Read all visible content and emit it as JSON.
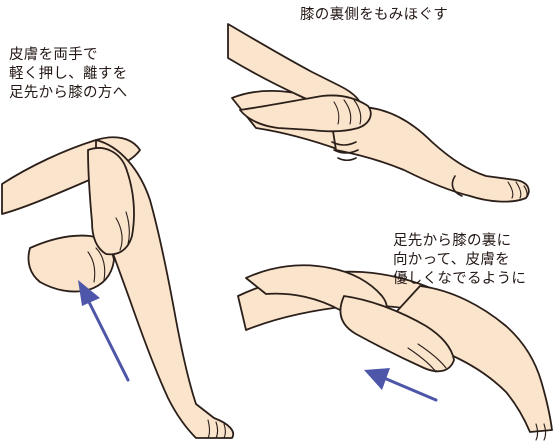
{
  "captions": {
    "top_right": [
      "膝の裏側をもみほぐす"
    ],
    "left": [
      "皮膚を両手で",
      "軽く押し、離すを",
      "足先から膝の方へ"
    ],
    "bottom_right": [
      "足先から膝の裏に",
      "向かって、皮膚を",
      "優しくなでるように"
    ]
  },
  "colors": {
    "skin": "#fbe4cc",
    "outline": "#2b1f1a",
    "arrow": "#4d56a8",
    "text": "#231815"
  }
}
